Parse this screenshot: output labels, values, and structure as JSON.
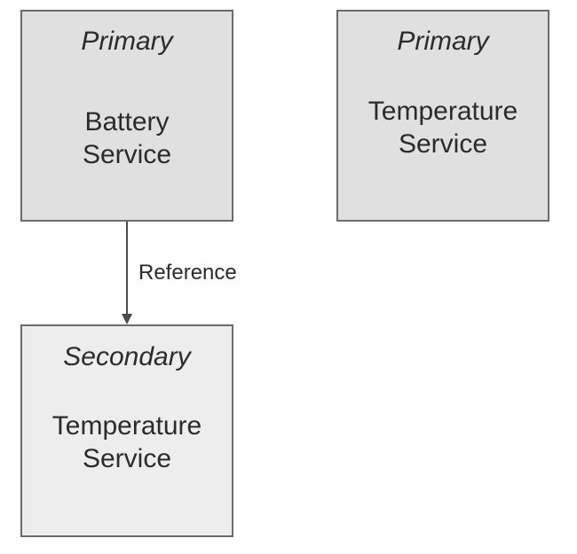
{
  "nodes": {
    "battery": {
      "kind": "Primary",
      "name_line1": "Battery",
      "name_line2": "Service"
    },
    "temperature_primary": {
      "kind": "Primary",
      "name_line1": "Temperature",
      "name_line2": "Service"
    },
    "temperature_secondary": {
      "kind": "Secondary",
      "name_line1": "Temperature",
      "name_line2": "Service"
    }
  },
  "edges": [
    {
      "from": "battery",
      "to": "temperature_secondary",
      "label": "Reference"
    }
  ],
  "colors": {
    "primary_fill": "#e0e0e0",
    "secondary_fill": "#ededed",
    "border": "#6b6b6b",
    "text": "#2b2b2b"
  }
}
